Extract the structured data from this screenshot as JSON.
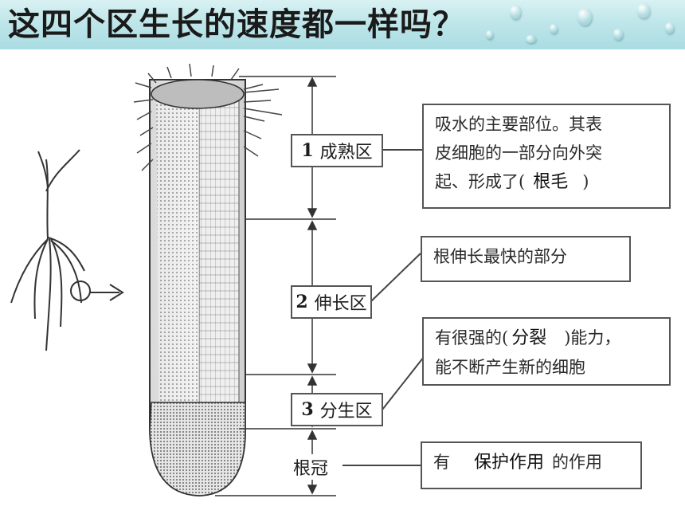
{
  "title": "这四个区生长的速度都一样吗？",
  "zones": [
    {
      "num": "1",
      "name": "成熟区"
    },
    {
      "num": "2",
      "name": "伸长区"
    },
    {
      "num": "3",
      "name": "分生区"
    }
  ],
  "root_cap_label": "根冠",
  "descriptions": {
    "maturation": {
      "line1": "吸水的主要部位。其表",
      "line2": "皮细胞的一部分向外突",
      "line3_prefix": "起、形成了(",
      "fill": "根毛",
      "line3_suffix": ")"
    },
    "elongation": "根伸长最快的部分",
    "meristem": {
      "line1_prefix": "有很强的(",
      "fill": "分裂",
      "line1_suffix": ")能力，",
      "line2": "能不断产生新的细胞"
    },
    "root_cap": {
      "prefix": "有",
      "fill": "保护作用",
      "suffix": "的作用"
    }
  },
  "colors": {
    "banner_top": "#d9f1f3",
    "banner_bottom": "#a9dce2",
    "line": "#333333"
  }
}
